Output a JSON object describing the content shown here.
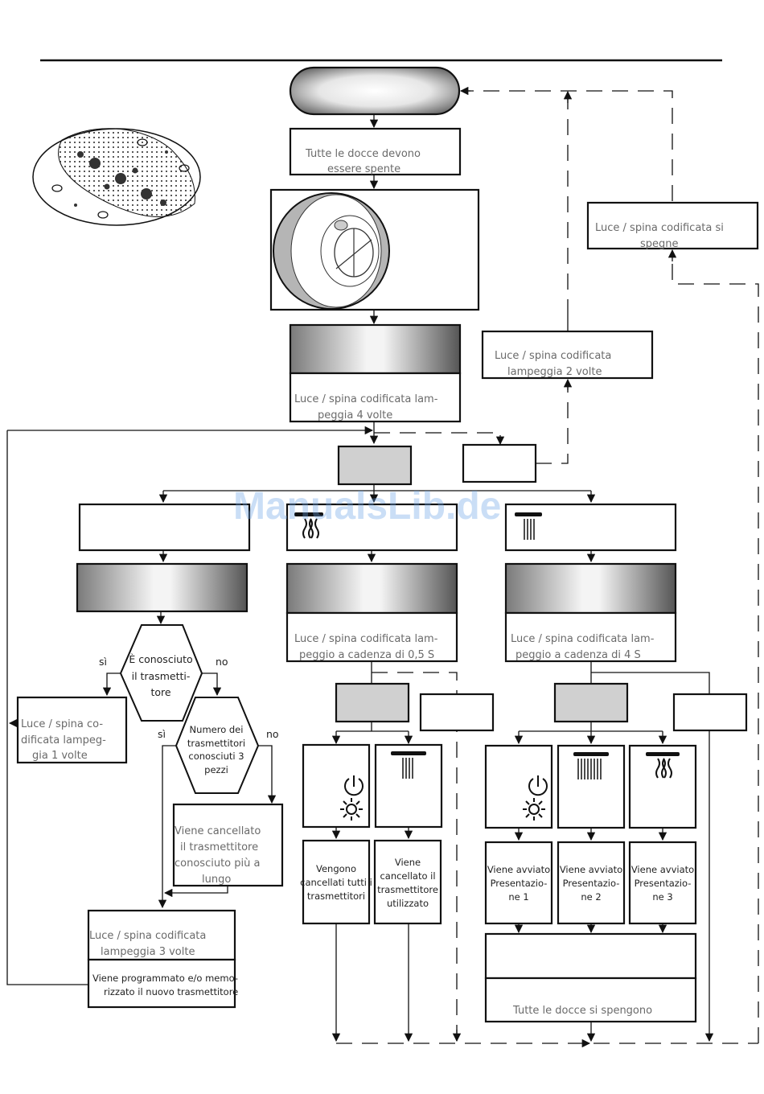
{
  "watermark": "ManualsLib.de",
  "steps": {
    "all_off": [
      "Tutte le docce devono",
      "essere spente"
    ],
    "blink4": [
      "Luce / spina codificata lam-",
      "peggia 4 volte"
    ],
    "blink2": [
      "Luce / spina codificata",
      "lampeggia 2 volte"
    ],
    "light_off": [
      "Luce / spina codificata si",
      "spegne"
    ],
    "blink_05": [
      "Luce / spina codificata lam-",
      "peggio a cadenza di 0,5 S"
    ],
    "blink_4s": [
      "Luce / spina codificata lam-",
      "peggio a cadenza di 4 S"
    ],
    "decision_known": [
      "È conosciuto",
      "il trasmetti-",
      "tore"
    ],
    "decision_count": [
      "Numero dei",
      "trasmettitori",
      "conosciuti    3",
      "pezzi"
    ],
    "blink1": [
      "Luce / spina co-",
      "dificata lampeg-",
      "gia 1 volte"
    ],
    "delete_oldest": [
      "Viene cancellato",
      "il trasmettitore",
      "conosciuto più a",
      "lungo"
    ],
    "blink3": [
      "Luce / spina codificata",
      "lampeggia 3 volte"
    ],
    "program_new": [
      "Viene programmato e/o memo-",
      "rizzato il nuovo trasmettitore"
    ],
    "delete_all": [
      "Vengono",
      "cancellati tutti i",
      "trasmettitori"
    ],
    "delete_used": [
      "Viene",
      "cancellato il",
      "trasmettitore",
      "utilizzato"
    ],
    "demo1": [
      "Viene avviato",
      "Presentazio-",
      "ne 1"
    ],
    "demo2": [
      "Viene avviato",
      "Presentazio-",
      "ne 2"
    ],
    "demo3": [
      "Viene avviato",
      "Presentazio-",
      "ne 3"
    ],
    "all_showers_off": [
      "Tutte le docce si spengono"
    ]
  },
  "labels": {
    "yes": "sì",
    "no": "no"
  },
  "icons": {
    "power": "power-icon",
    "light": "light-icon",
    "rain": "rain-shower-icon",
    "mist": "mist-shower-icon"
  }
}
